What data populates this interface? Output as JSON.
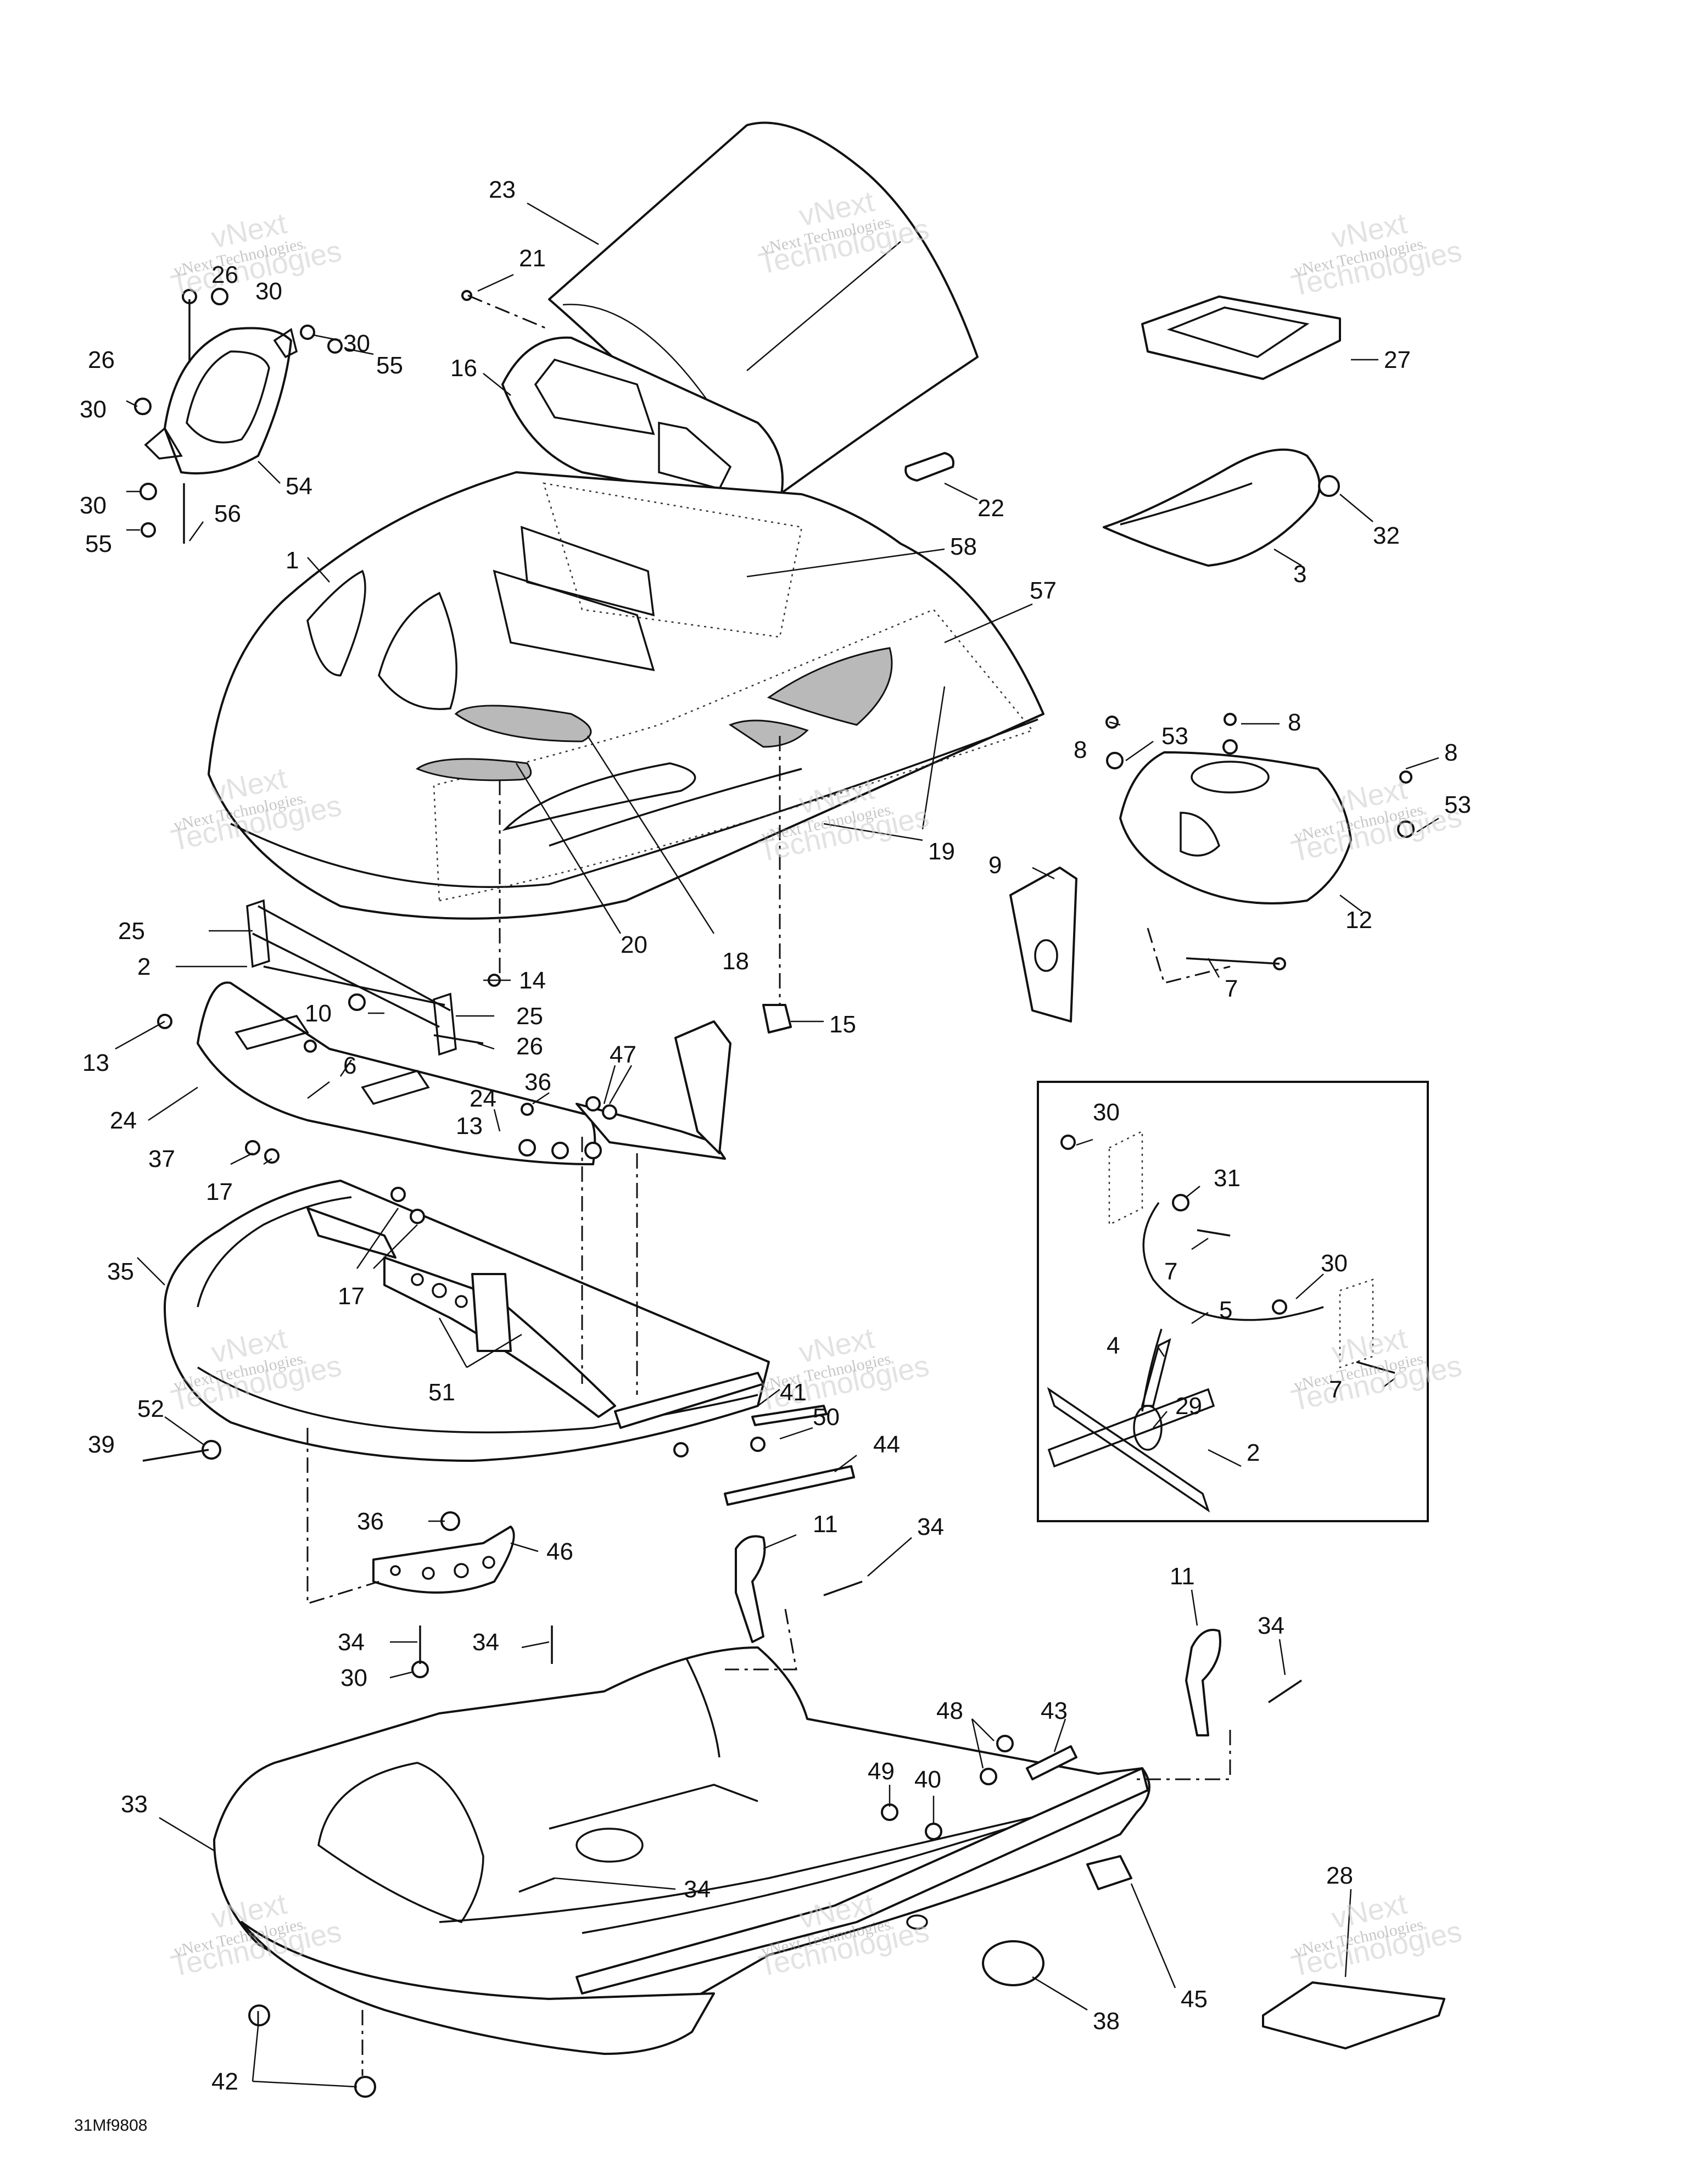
{
  "figure_id": "31Mf9808",
  "watermark": {
    "line1": "vNext",
    "line2": "Technologies",
    "small": "vNext Technologies"
  },
  "callouts": [
    {
      "id": "c23",
      "text": "23"
    },
    {
      "id": "c21",
      "text": "21"
    },
    {
      "id": "c16",
      "text": "16"
    },
    {
      "id": "c26a",
      "text": "26"
    },
    {
      "id": "c30a",
      "text": "30"
    },
    {
      "id": "c26b",
      "text": "26"
    },
    {
      "id": "c30b",
      "text": "30"
    },
    {
      "id": "c30c",
      "text": "30"
    },
    {
      "id": "c55a",
      "text": "55"
    },
    {
      "id": "c54",
      "text": "54"
    },
    {
      "id": "c30d",
      "text": "30"
    },
    {
      "id": "c55b",
      "text": "55"
    },
    {
      "id": "c56",
      "text": "56"
    },
    {
      "id": "c27",
      "text": "27"
    },
    {
      "id": "c22",
      "text": "22"
    },
    {
      "id": "c32",
      "text": "32"
    },
    {
      "id": "c3",
      "text": "3"
    },
    {
      "id": "c1",
      "text": "1"
    },
    {
      "id": "c58",
      "text": "58"
    },
    {
      "id": "c57",
      "text": "57"
    },
    {
      "id": "c8a",
      "text": "8"
    },
    {
      "id": "c53a",
      "text": "53"
    },
    {
      "id": "c8b",
      "text": "8"
    },
    {
      "id": "c8c",
      "text": "8"
    },
    {
      "id": "c53b",
      "text": "53"
    },
    {
      "id": "c9",
      "text": "9"
    },
    {
      "id": "c12",
      "text": "12"
    },
    {
      "id": "c7a",
      "text": "7"
    },
    {
      "id": "c19",
      "text": "19"
    },
    {
      "id": "c25a",
      "text": "25"
    },
    {
      "id": "c2a",
      "text": "2"
    },
    {
      "id": "c20",
      "text": "20"
    },
    {
      "id": "c18",
      "text": "18"
    },
    {
      "id": "c14",
      "text": "14"
    },
    {
      "id": "c10",
      "text": "10"
    },
    {
      "id": "c25b",
      "text": "25"
    },
    {
      "id": "c26c",
      "text": "26"
    },
    {
      "id": "c15",
      "text": "15"
    },
    {
      "id": "c13a",
      "text": "13"
    },
    {
      "id": "c6",
      "text": "6"
    },
    {
      "id": "c47",
      "text": "47"
    },
    {
      "id": "c24a",
      "text": "24"
    },
    {
      "id": "c24b",
      "text": "24"
    },
    {
      "id": "c36a",
      "text": "36"
    },
    {
      "id": "c13b",
      "text": "13"
    },
    {
      "id": "c37",
      "text": "37"
    },
    {
      "id": "c17a",
      "text": "17"
    },
    {
      "id": "c17b",
      "text": "17"
    },
    {
      "id": "c35",
      "text": "35"
    },
    {
      "id": "c51",
      "text": "51"
    },
    {
      "id": "c41",
      "text": "41"
    },
    {
      "id": "c50",
      "text": "50"
    },
    {
      "id": "c44",
      "text": "44"
    },
    {
      "id": "c52",
      "text": "52"
    },
    {
      "id": "c39",
      "text": "39"
    },
    {
      "id": "c30e",
      "text": "30"
    },
    {
      "id": "c31",
      "text": "31"
    },
    {
      "id": "c7b",
      "text": "7"
    },
    {
      "id": "c30f",
      "text": "30"
    },
    {
      "id": "c5",
      "text": "5"
    },
    {
      "id": "c4",
      "text": "4"
    },
    {
      "id": "c7c",
      "text": "7"
    },
    {
      "id": "c29",
      "text": "29"
    },
    {
      "id": "c2b",
      "text": "2"
    },
    {
      "id": "c36b",
      "text": "36"
    },
    {
      "id": "c46",
      "text": "46"
    },
    {
      "id": "c11a",
      "text": "11"
    },
    {
      "id": "c34a",
      "text": "34"
    },
    {
      "id": "c11b",
      "text": "11"
    },
    {
      "id": "c34b",
      "text": "34"
    },
    {
      "id": "c34c",
      "text": "34"
    },
    {
      "id": "c34d",
      "text": "34"
    },
    {
      "id": "c30g",
      "text": "30"
    },
    {
      "id": "c48",
      "text": "48"
    },
    {
      "id": "c43",
      "text": "43"
    },
    {
      "id": "c49",
      "text": "49"
    },
    {
      "id": "c40",
      "text": "40"
    },
    {
      "id": "c33",
      "text": "33"
    },
    {
      "id": "c34e",
      "text": "34"
    },
    {
      "id": "c28",
      "text": "28"
    },
    {
      "id": "c45",
      "text": "45"
    },
    {
      "id": "c38",
      "text": "38"
    },
    {
      "id": "c42",
      "text": "42"
    }
  ]
}
